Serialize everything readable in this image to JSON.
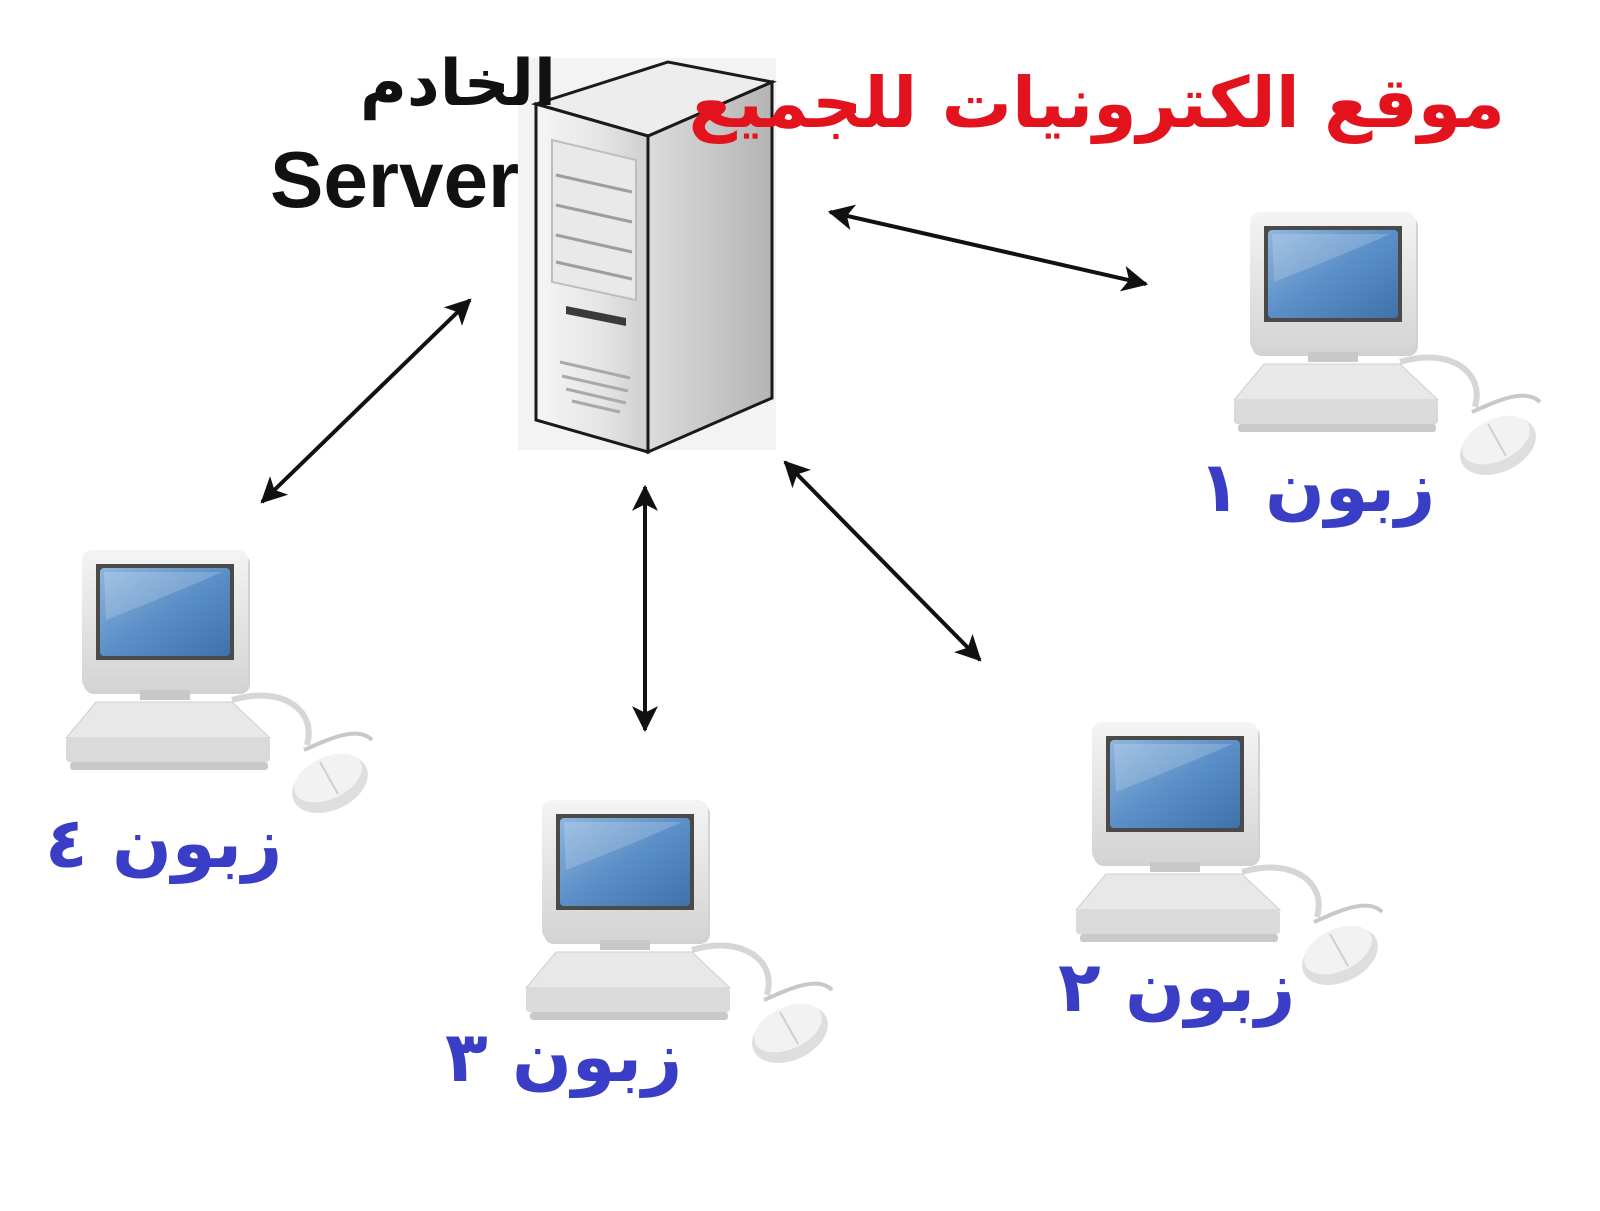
{
  "title": {
    "text": "موقع الكترونيات للجميع",
    "color": "#e3131e"
  },
  "server": {
    "label_ar": "الخادم",
    "label_en": "Server",
    "icon": "server-tower-icon"
  },
  "clients": [
    {
      "label": "زبون ١",
      "icon": "desktop-computer-icon"
    },
    {
      "label": "زبون ٢",
      "icon": "desktop-computer-icon"
    },
    {
      "label": "زبون ٣",
      "icon": "desktop-computer-icon"
    },
    {
      "label": "زبون ٤",
      "icon": "desktop-computer-icon"
    }
  ],
  "connections": [
    {
      "from": "server",
      "to": "client-1",
      "direction": "bidirectional"
    },
    {
      "from": "server",
      "to": "client-2",
      "direction": "bidirectional"
    },
    {
      "from": "server",
      "to": "client-3",
      "direction": "bidirectional"
    },
    {
      "from": "server",
      "to": "client-4",
      "direction": "bidirectional"
    }
  ],
  "colors": {
    "title": "#e3131e",
    "client_label": "#3a3ec6",
    "server_label": "#111111",
    "arrow": "#111111",
    "screen": "#4f86bf"
  }
}
